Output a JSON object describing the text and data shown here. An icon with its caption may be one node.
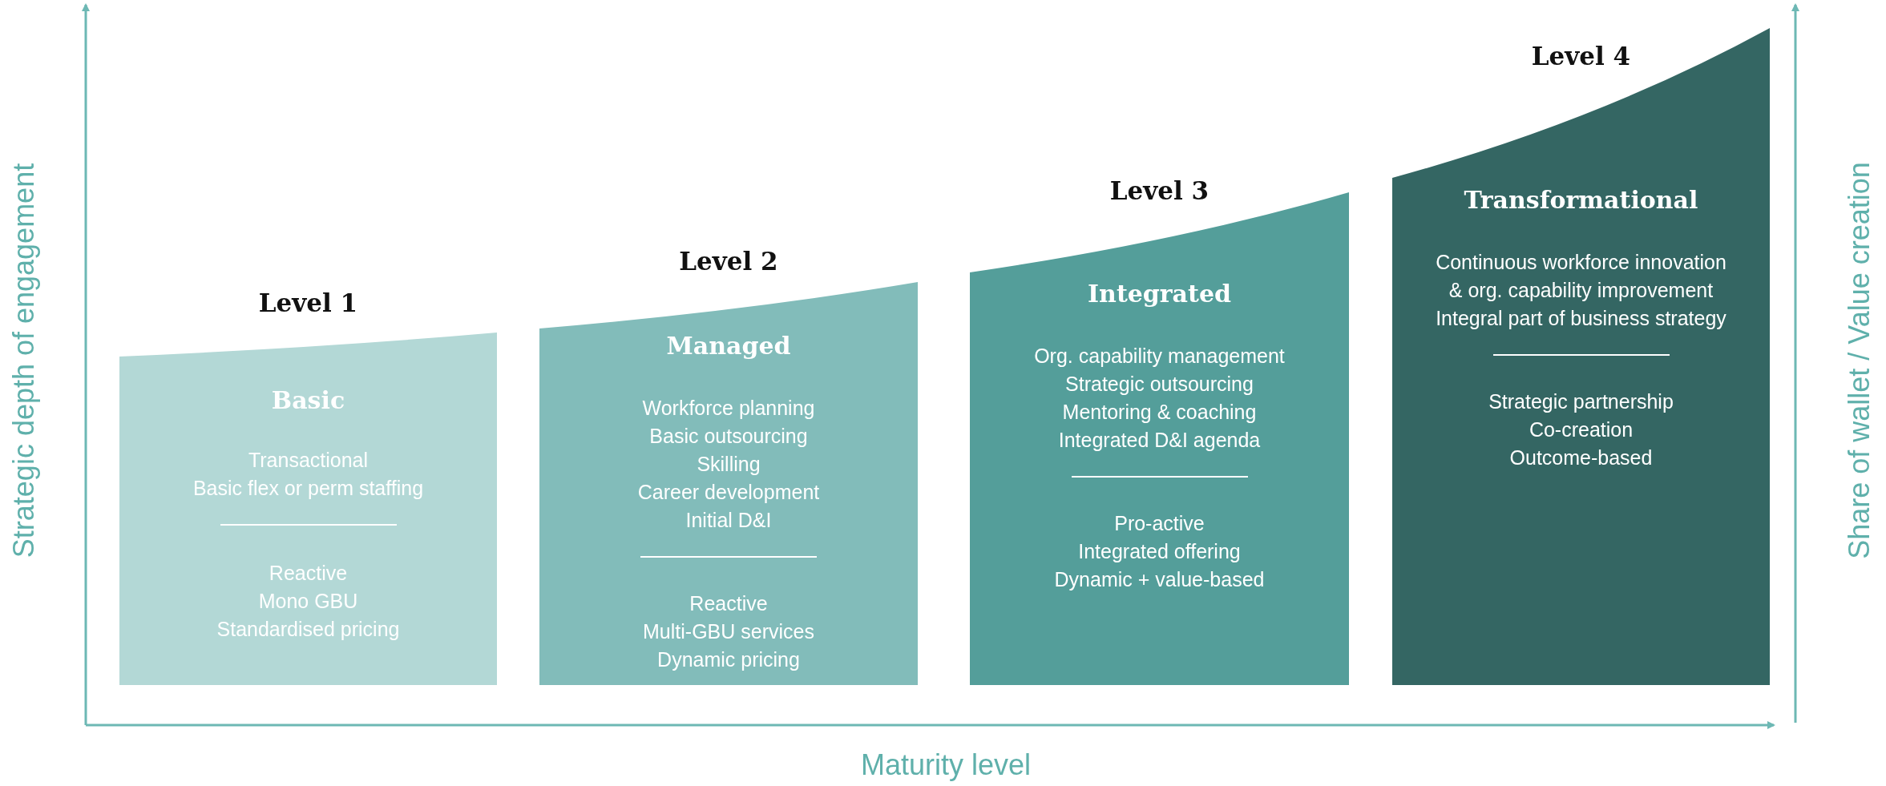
{
  "diagram": {
    "nodes": [
      {
        "text": [
          "Level 1",
          "Basic",
          "Transactional",
          "Basic flex or perm staffing",
          "Reactive",
          "Mono GBU",
          "Standardised pricing"
        ]
      },
      {
        "text": [
          "Level 2",
          "Managed",
          "Workforce planning",
          "Basic outsourcing",
          "Skilling",
          "Career development",
          "Initial D&I",
          "Reactive",
          "Multi-GBU services",
          "Dynamic pricing"
        ]
      },
      {
        "text": [
          "Level 3",
          "Integrated",
          "Org. capability management",
          "Strategic outsourcing",
          "Mentoring & coaching",
          "Integrated D&I agenda",
          "Pro-active",
          "Integrated offering",
          "Dynamic + value-based"
        ]
      },
      {
        "text": [
          "Level 4",
          "Transformational",
          "Continuous workforce innovation & org. capability improvement",
          "Integral part of business strategy",
          "Strategic partnership",
          "Co-creation",
          "Outcome-based"
        ]
      }
    ],
    "edges": [],
    "labels": [
      "Strategic depth of engagement",
      "Share of wallet / Value creation",
      "Maturity level"
    ]
  }
}
